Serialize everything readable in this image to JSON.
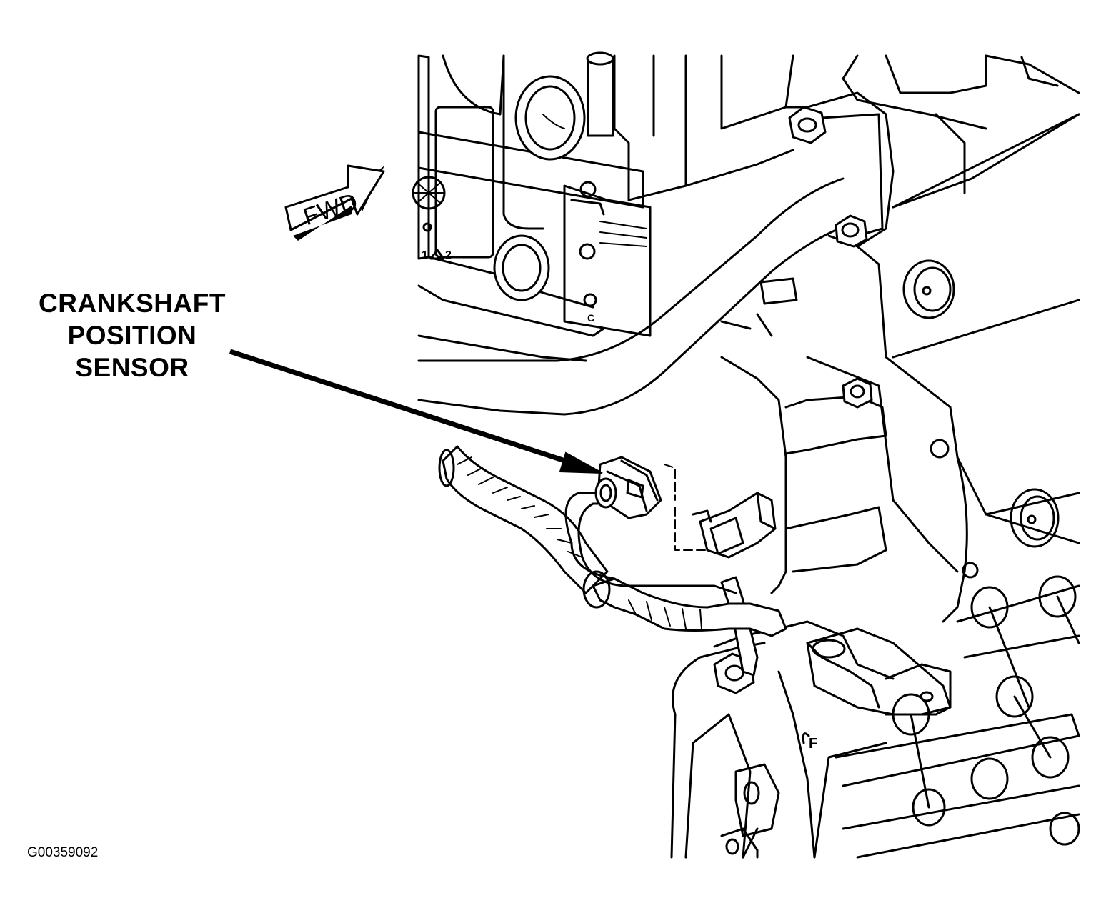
{
  "callout": {
    "lines": [
      "CRANKSHAFT",
      "POSITION",
      "SENSOR"
    ]
  },
  "direction_arrow": {
    "label": "FWD"
  },
  "figure_id": "G00359092",
  "casting_marks": {
    "mark_1": "1",
    "mark_2": "2",
    "mark_c": "C",
    "mark_f": "F"
  },
  "colors": {
    "ink": "#000000",
    "paper": "#ffffff"
  }
}
